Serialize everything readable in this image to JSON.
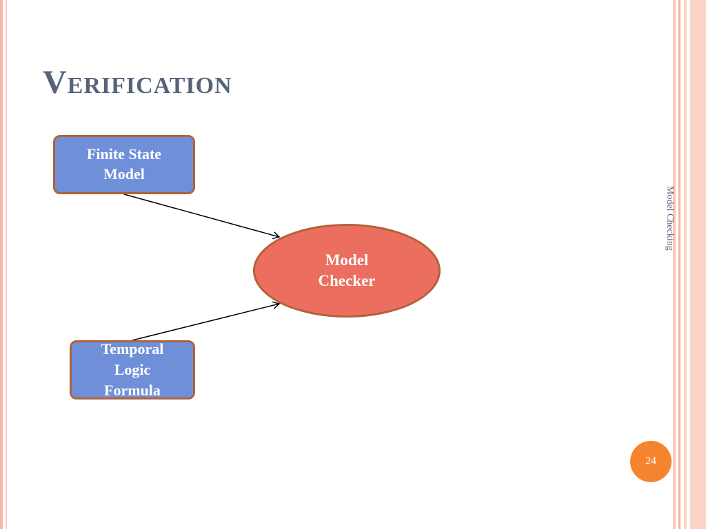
{
  "slide": {
    "title": "Verification",
    "side_label": "Model Checking",
    "page_number": "24"
  },
  "diagram": {
    "nodes": {
      "finite_state_model": {
        "line1": "Finite State",
        "line2": "Model"
      },
      "temporal_logic_formula": {
        "line1": "Temporal",
        "line2": "Logic",
        "line3": "Formula"
      },
      "model_checker": {
        "line1": "Model",
        "line2": "Checker"
      }
    },
    "edges": [
      {
        "from": "finite_state_model",
        "to": "model_checker"
      },
      {
        "from": "temporal_logic_formula",
        "to": "model_checker"
      }
    ]
  },
  "colors": {
    "title": "#56647a",
    "box_fill": "#6f8fd9",
    "ellipse_fill": "#ec6e5e",
    "border": "#b2613a",
    "page_badge": "#f6842e",
    "accent_stripes": "#f7b39b"
  }
}
